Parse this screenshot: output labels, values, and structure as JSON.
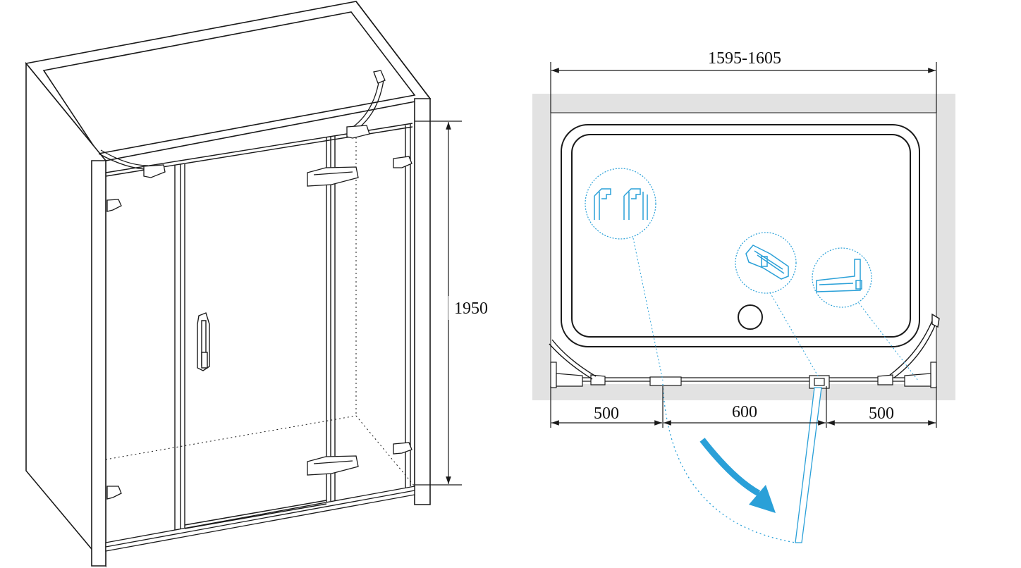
{
  "dimensions": {
    "total_width": "1595-1605",
    "height": "1950",
    "left_panel_width": "500",
    "door_width": "600",
    "right_panel_width": "500"
  },
  "colors": {
    "line": "#1a1a1a",
    "accent_blue": "#2aa0d8",
    "wall_gray": "#e2e2e2",
    "background": "#ffffff"
  }
}
